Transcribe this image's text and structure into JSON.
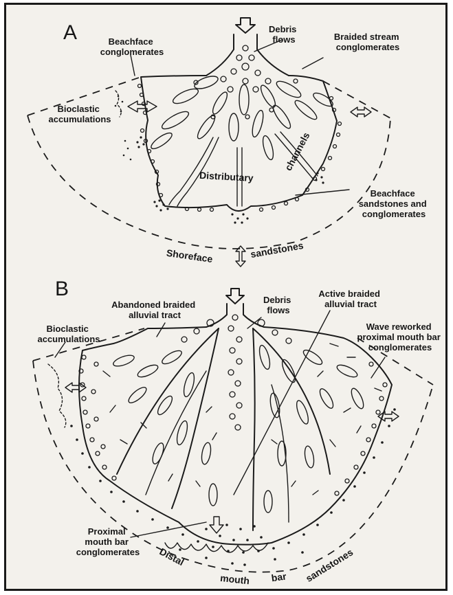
{
  "panel_a": {
    "letter": "A",
    "labels": {
      "beachface_conglomerates": [
        "Beachface",
        "conglomerates"
      ],
      "debris_flows": [
        "Debris",
        "flows"
      ],
      "braided_stream_conglomerates": [
        "Braided stream",
        "conglomerates"
      ],
      "bioclastic_accumulations": [
        "Bioclastic",
        "accumulations"
      ],
      "distributary": "Distributary",
      "channels": "channels",
      "beachface_sandstones": [
        "Beachface",
        "sandstones and",
        "conglomerates"
      ],
      "shoreface": "Shoreface",
      "sandstones": "sandstones"
    }
  },
  "panel_b": {
    "letter": "B",
    "labels": {
      "abandoned_tract": [
        "Abandoned braided",
        "alluvial tract"
      ],
      "debris_flows": [
        "Debris",
        "flows"
      ],
      "active_tract": [
        "Active braided",
        "alluvial tract"
      ],
      "bioclastic_accumulations": [
        "Bioclastic",
        "accumulations"
      ],
      "wave_reworked": [
        "Wave reworked",
        "proximal mouth bar",
        "conglomerates"
      ],
      "proximal_mouth_bar": [
        "Proximal",
        "mouth bar",
        "conglomerates"
      ],
      "distal": "Distal",
      "mouth": "mouth",
      "bar": "bar",
      "sandstones": "sandstones"
    }
  }
}
